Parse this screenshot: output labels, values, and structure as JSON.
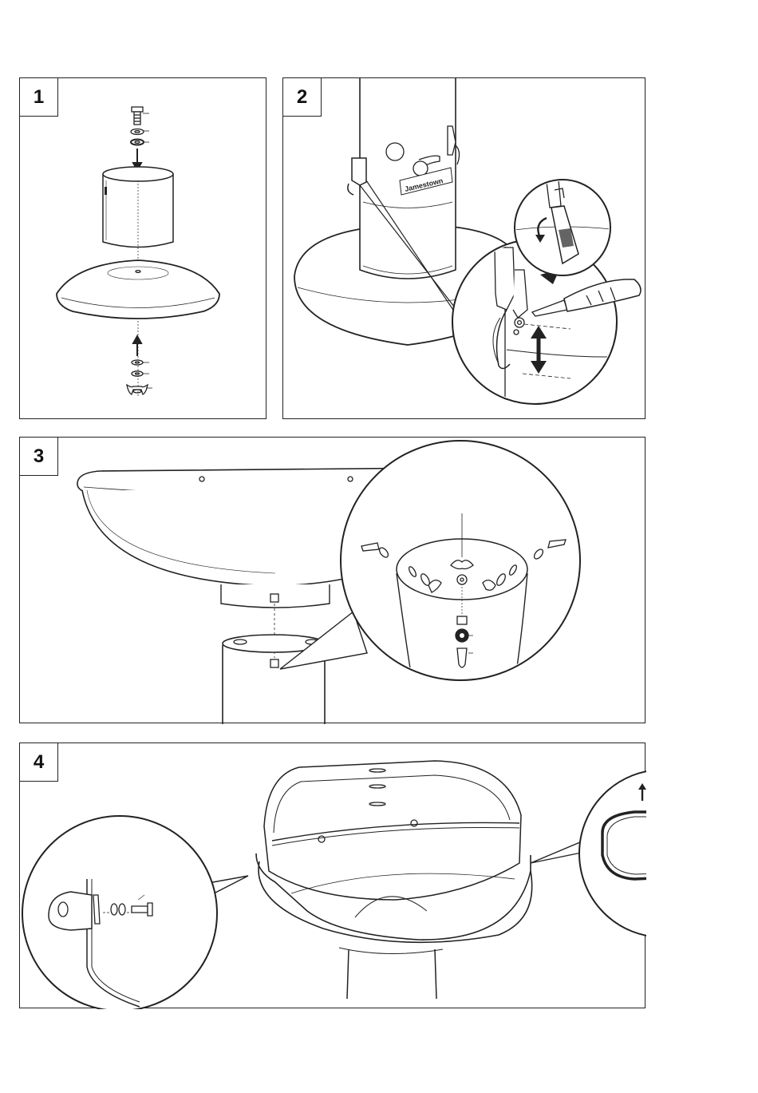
{
  "steps": [
    {
      "number": "1"
    },
    {
      "number": "2"
    },
    {
      "number": "3"
    },
    {
      "number": "4"
    }
  ],
  "brand_label": "Jamestown",
  "colors": {
    "line": "#222222",
    "background": "#ffffff",
    "shade": "#e6e6e6"
  }
}
